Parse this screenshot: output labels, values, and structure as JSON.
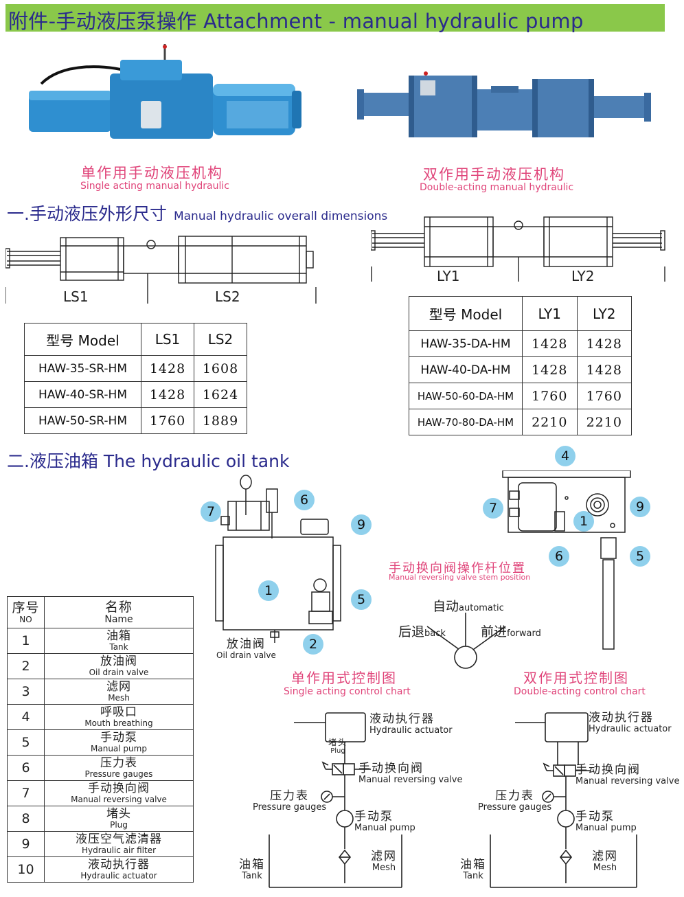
{
  "header": {
    "title": "附件-手动液压泵操作 Attachment - manual hydraulic pump"
  },
  "photos": {
    "single": {
      "zh": "单作用手动液压机构",
      "en": "Single acting manual hydraulic"
    },
    "double": {
      "zh": "双作用手动液压机构",
      "en": "Double-acting manual hydraulic"
    }
  },
  "section1": {
    "zh": "一.手动液压外形尺寸",
    "en": "Manual hydraulic overall dimensions"
  },
  "dims": {
    "ls1": "LS1",
    "ls2": "LS2",
    "ly1": "LY1",
    "ly2": "LY2"
  },
  "table_sr": {
    "headers": [
      "型号 Model",
      "LS1",
      "LS2"
    ],
    "rows": [
      [
        "HAW-35-SR-HM",
        "1428",
        "1608"
      ],
      [
        "HAW-40-SR-HM",
        "1428",
        "1624"
      ],
      [
        "HAW-50-SR-HM",
        "1760",
        "1889"
      ]
    ]
  },
  "table_da": {
    "headers": [
      "型号 Model",
      "LY1",
      "LY2"
    ],
    "rows": [
      [
        "HAW-35-DA-HM",
        "1428",
        "1428"
      ],
      [
        "HAW-40-DA-HM",
        "1428",
        "1428"
      ],
      [
        "HAW-50-60-DA-HM",
        "1760",
        "1760"
      ],
      [
        "HAW-70-80-DA-HM",
        "2210",
        "2210"
      ]
    ]
  },
  "section2": {
    "text": "二.液压油箱 The hydraulic oil tank"
  },
  "parts": {
    "head": {
      "no_zh": "序号",
      "no_en": "NO",
      "name_zh": "名称",
      "name_en": "Name"
    },
    "rows": [
      {
        "no": "1",
        "zh": "油箱",
        "en": "Tank"
      },
      {
        "no": "2",
        "zh": "放油阀",
        "en": "Oil drain valve"
      },
      {
        "no": "3",
        "zh": "滤网",
        "en": "Mesh"
      },
      {
        "no": "4",
        "zh": "呼吸口",
        "en": "Mouth breathing"
      },
      {
        "no": "5",
        "zh": "手动泵",
        "en": "Manual pump"
      },
      {
        "no": "6",
        "zh": "压力表",
        "en": "Pressure gauges"
      },
      {
        "no": "7",
        "zh": "手动换向阀",
        "en": "Manual reversing valve"
      },
      {
        "no": "8",
        "zh": "堵头",
        "en": "Plug"
      },
      {
        "no": "9",
        "zh": "液压空气滤清器",
        "en": "Hydraulic air filter"
      },
      {
        "no": "10",
        "zh": "液动执行器",
        "en": "Hydraulic actuator"
      }
    ]
  },
  "tank_labels": {
    "drain_zh": "放油阀",
    "drain_en": "Oil drain valve",
    "c1": "1",
    "c2": "2",
    "c4": "4",
    "c5": "5",
    "c6": "6",
    "c7": "7",
    "c9": "9"
  },
  "lever": {
    "zh": "手动换向阀操作杆位置",
    "en": "Manual reversing valve stem position",
    "auto_zh": "自动",
    "auto_en": "automatic",
    "back_zh": "后退",
    "back_en": "back",
    "fwd_zh": "前进",
    "fwd_en": "forward"
  },
  "single_chart": {
    "title_zh": "单作用式控制图",
    "title_en": "Single acting control chart",
    "actuator_zh": "液动执行器",
    "actuator_en": "Hydraulic actuator",
    "plug_zh": "堵头",
    "plug_en": "Plug",
    "valve_zh": "手动换向阀",
    "valve_en": "Manual reversing valve",
    "gauge_zh": "压力表",
    "gauge_en": "Pressure gauges",
    "pump_zh": "手动泵",
    "pump_en": "Manual pump",
    "mesh_zh": "滤网",
    "mesh_en": "Mesh",
    "tank_zh": "油箱",
    "tank_en": "Tank"
  },
  "double_chart": {
    "title_zh": "双作用式控制图",
    "title_en": "Double-acting control chart",
    "actuator_zh": "液动执行器",
    "actuator_en": "Hydraulic actuator",
    "valve_zh": "手动换向阀",
    "valve_en": "Manual reversing valve",
    "gauge_zh": "压力表",
    "gauge_en": "Pressure gauges",
    "pump_zh": "手动泵",
    "pump_en": "Manual pump",
    "mesh_zh": "滤网",
    "mesh_en": "Mesh",
    "tank_zh": "油箱",
    "tank_en": "Tank"
  },
  "colors": {
    "header_bg": "#8ac84a",
    "title": "#2a2a8c",
    "pink": "#e0457a",
    "callout": "#8fd0ec",
    "actuator_blue": "#2f8fd0"
  }
}
